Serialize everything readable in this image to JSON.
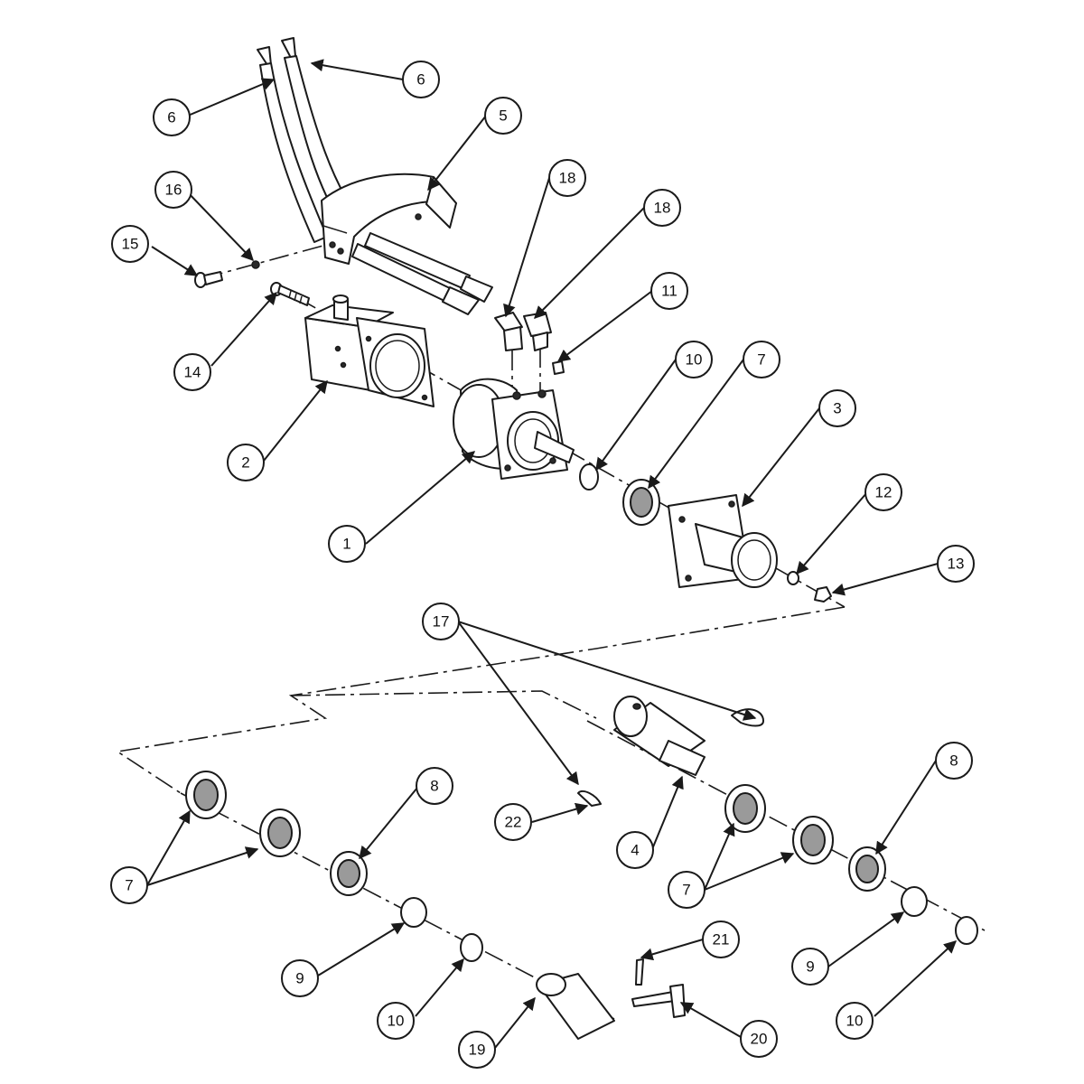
{
  "callouts": {
    "c1": "1",
    "c2": "2",
    "c3": "3",
    "c4": "4",
    "c5": "5",
    "c6a": "6",
    "c6b": "6",
    "c7a": "7",
    "c7b": "7",
    "c7c": "7",
    "c8a": "8",
    "c8b": "8",
    "c9a": "9",
    "c9b": "9",
    "c10a": "10",
    "c10b": "10",
    "c10c": "10",
    "c11": "11",
    "c12": "12",
    "c13": "13",
    "c14": "14",
    "c15": "15",
    "c16": "16",
    "c17": "17",
    "c18a": "18",
    "c18b": "18",
    "c19": "19",
    "c20": "20",
    "c21": "21",
    "c22": "22"
  },
  "colors": {
    "ink": "#1a1a1a",
    "paper": "#ffffff",
    "shading": "#9a9a9a"
  }
}
